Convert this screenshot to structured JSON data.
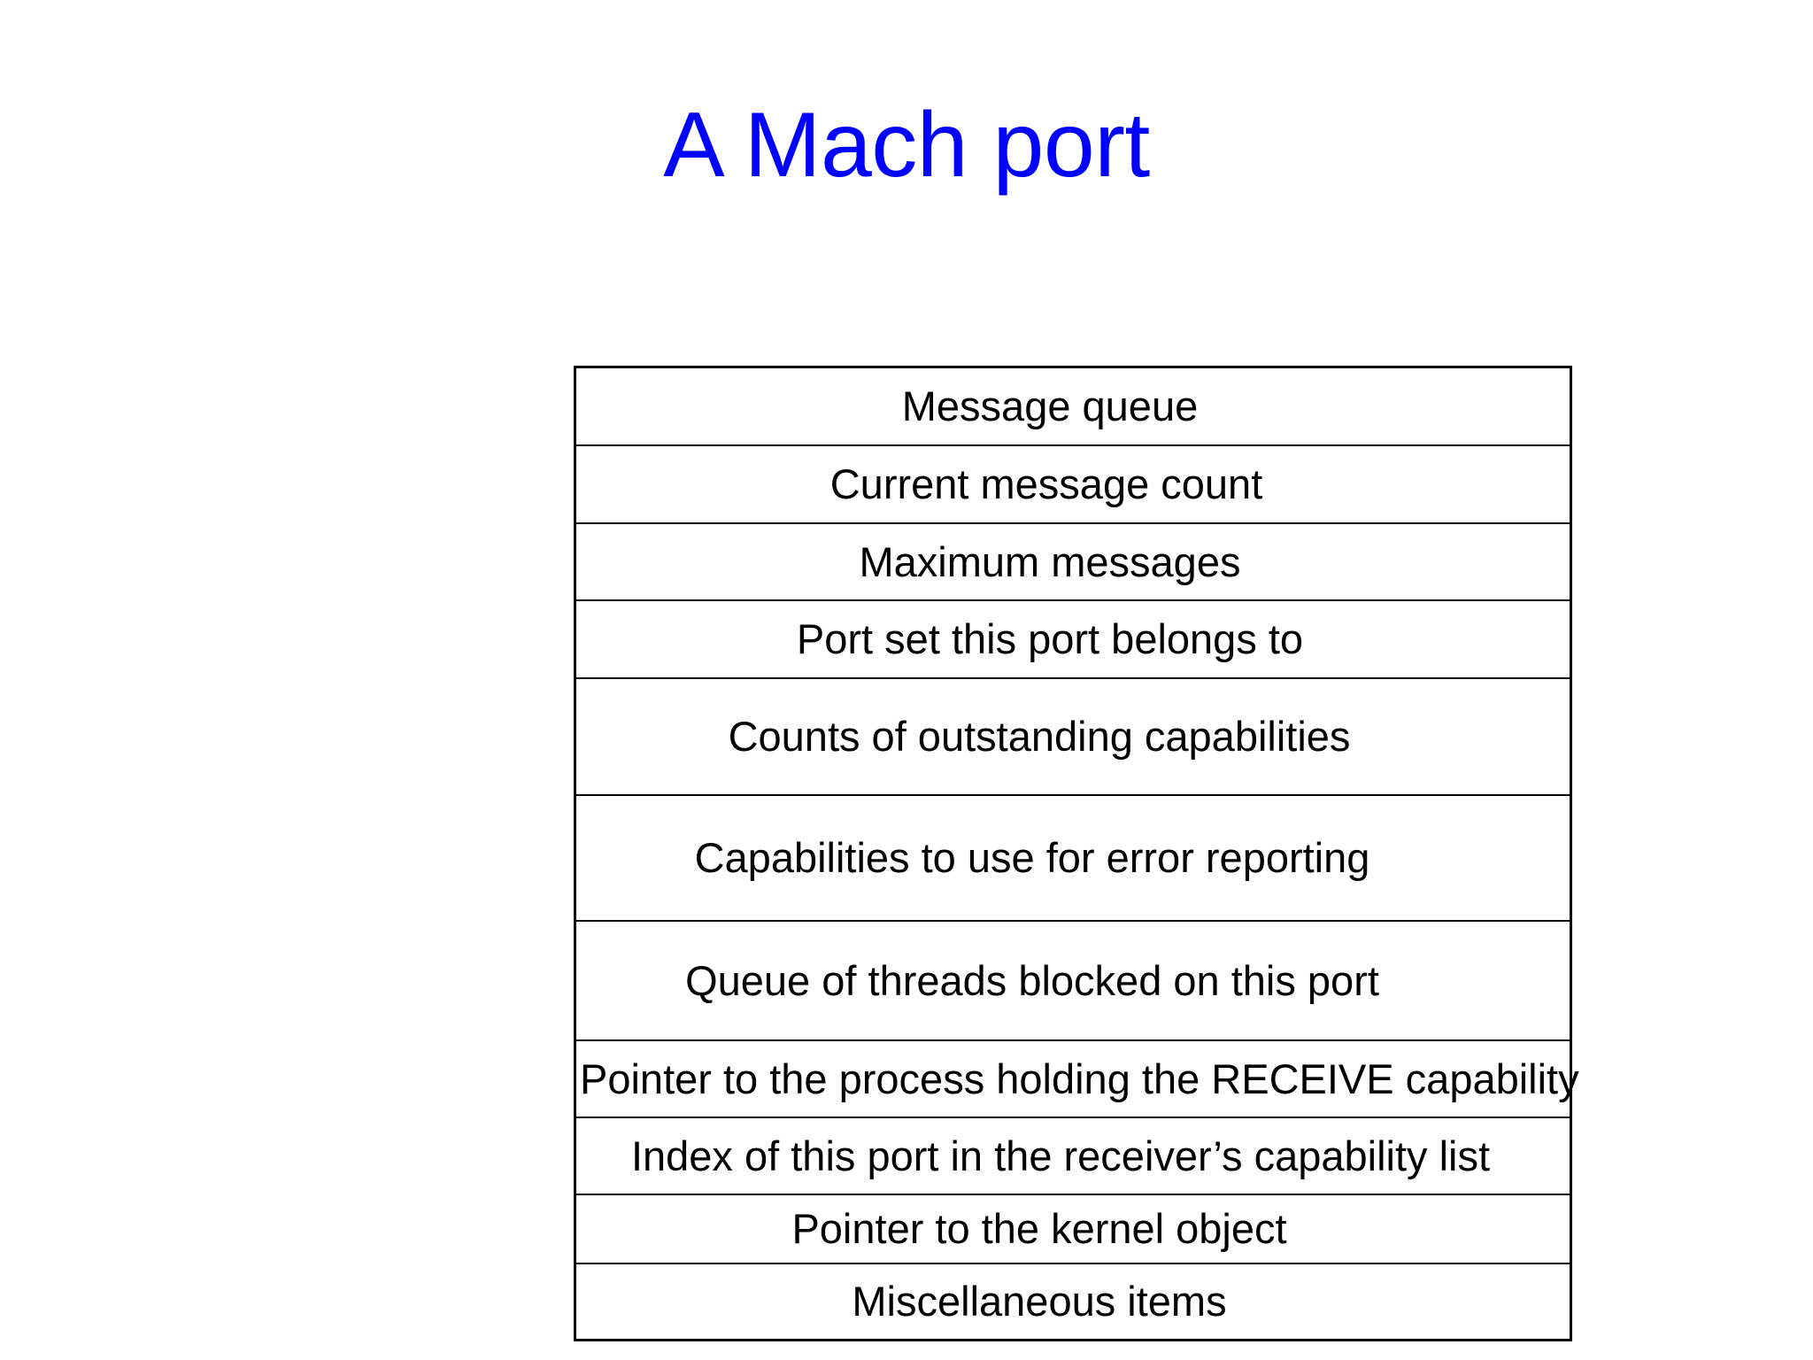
{
  "slide": {
    "title": "A Mach port",
    "title_color": "#0000ff",
    "background_color": "#ffffff",
    "text_color": "#000000",
    "border_color": "#000000"
  },
  "port_structure": {
    "rows": [
      {
        "label": "Message queue"
      },
      {
        "label": "Current message count"
      },
      {
        "label": "Maximum messages"
      },
      {
        "label": "Port set this port belongs to"
      },
      {
        "label": "Counts of outstanding capabilities"
      },
      {
        "label": "Capabilities to use for error reporting"
      },
      {
        "label": "Queue of threads blocked on this port"
      },
      {
        "label": "Pointer to the process holding the RECEIVE capability"
      },
      {
        "label": "Index of this port in the receiver’s capability list"
      },
      {
        "label": "Pointer to the kernel object"
      },
      {
        "label": "Miscellaneous items"
      }
    ]
  }
}
